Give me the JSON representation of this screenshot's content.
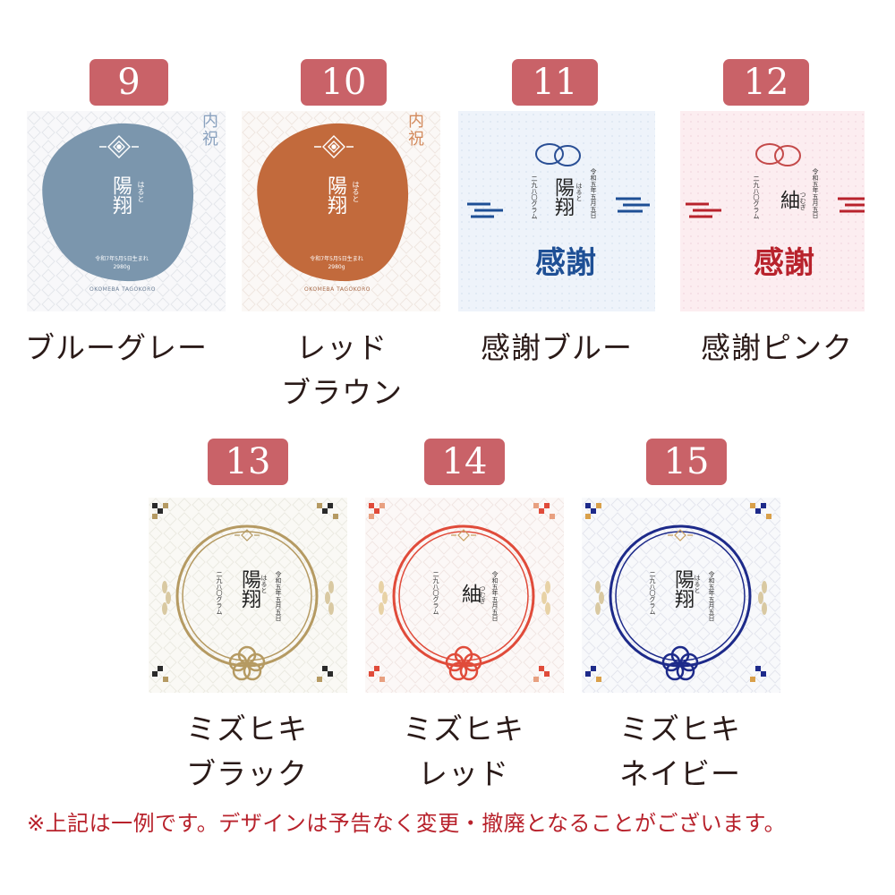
{
  "products": [
    {
      "number": "9",
      "caption_lines": [
        "ブルーグレー"
      ]
    },
    {
      "number": "10",
      "caption_lines": [
        "レッド",
        "ブラウン"
      ]
    },
    {
      "number": "11",
      "caption_lines": [
        "感謝ブルー"
      ]
    },
    {
      "number": "12",
      "caption_lines": [
        "感謝ピンク"
      ]
    },
    {
      "number": "13",
      "caption_lines": [
        "ミズヒキ",
        "ブラック"
      ]
    },
    {
      "number": "14",
      "caption_lines": [
        "ミズヒキ",
        "レッド"
      ]
    },
    {
      "number": "15",
      "caption_lines": [
        "ミズヒキ",
        "ネイビー"
      ]
    }
  ],
  "labels": {
    "uchiiwai": "内祝",
    "name1": "陽翔",
    "name1_reading": "はると",
    "name2": "紬",
    "name2_reading": "つむぎ",
    "birth_date": "令和7年5月5日生まれ",
    "weight": "2980g",
    "brand": "OKOMEBA TAGOKORO",
    "kansha": "感謝",
    "date_vertical": "令和五年五月五日",
    "weight_vertical": "二九八〇グラム"
  },
  "footer_note": "※上記は一例です。デザインは予告なく変更・撤廃となることがございます。",
  "colors": {
    "badge": "#c96268",
    "blue_gray": "#7b96ad",
    "red_brown": "#c26a3c",
    "kansha_blue": "#1e4f95",
    "kansha_red": "#b8222c",
    "gold": "#b59a62",
    "mizuhiki_red": "#e04b3a",
    "navy": "#1d2a8a",
    "note": "#b8222c"
  }
}
